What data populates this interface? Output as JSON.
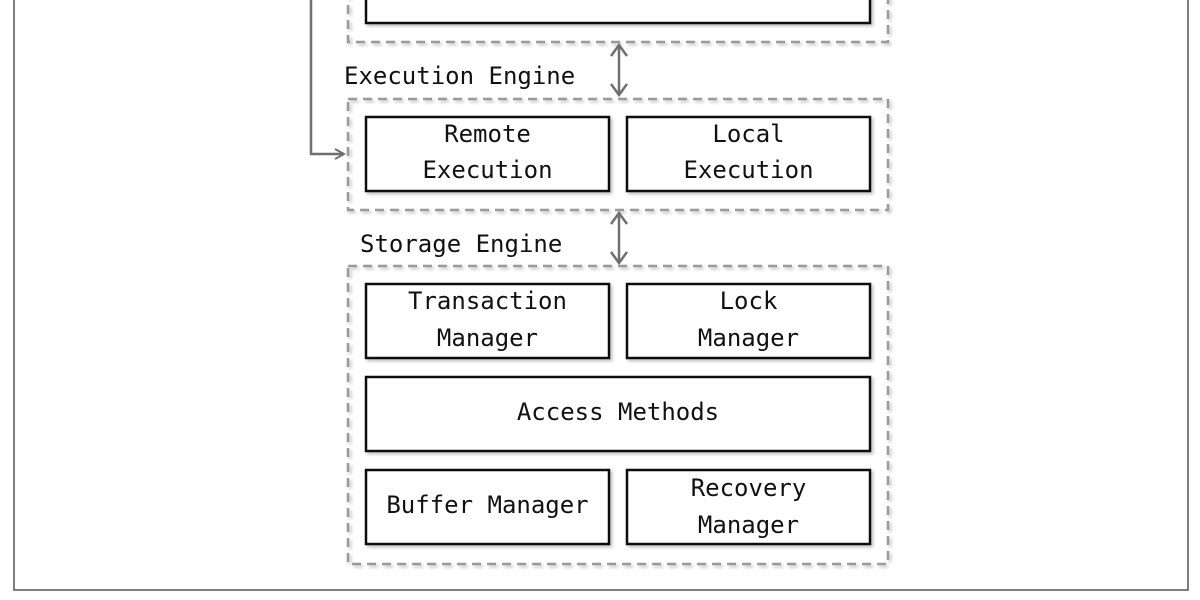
{
  "sections": {
    "execution": {
      "label": "Execution Engine"
    },
    "storage": {
      "label": "Storage Engine"
    }
  },
  "boxes": {
    "remote_execution": {
      "lines": [
        "Remote",
        "Execution"
      ]
    },
    "local_execution": {
      "lines": [
        "Local",
        "Execution"
      ]
    },
    "transaction_manager": {
      "lines": [
        "Transaction",
        "Manager"
      ]
    },
    "lock_manager": {
      "lines": [
        "Lock",
        "Manager"
      ]
    },
    "access_methods": {
      "lines": [
        "Access Methods"
      ]
    },
    "buffer_manager": {
      "lines": [
        "Buffer Manager"
      ]
    },
    "recovery_manager": {
      "lines": [
        "Recovery",
        "Manager"
      ]
    }
  },
  "colors": {
    "box_stroke": "#111111",
    "dashed_stroke": "#9a9a9a",
    "arrow": "#6f6f6f",
    "frame": "#555555"
  }
}
